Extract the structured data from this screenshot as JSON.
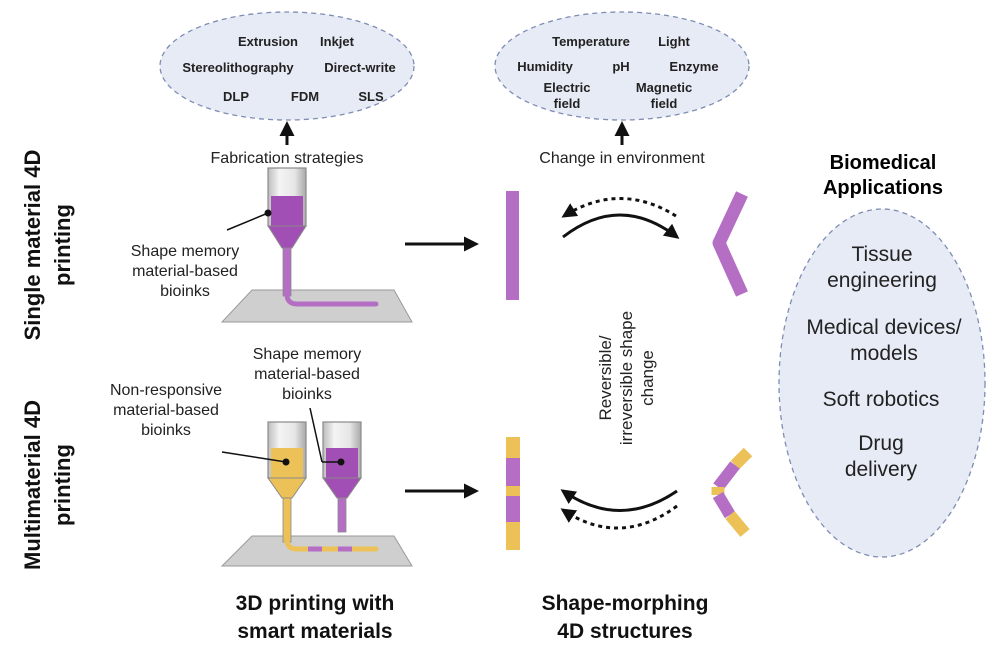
{
  "colors": {
    "purple": "#b46fc4",
    "purple_dark": "#8e3d9f",
    "yellow": "#ecc158",
    "yellow_dark": "#d4a43c",
    "ellipse_fill": "#e7ebf6",
    "ellipse_stroke": "#7f8db3",
    "plate": "#cfcfcf",
    "arrow": "#111111"
  },
  "row_labels": {
    "single_line1": "Single material 4D",
    "single_line2": "printing",
    "multi_line1": "Multimaterial 4D",
    "multi_line2": "printing"
  },
  "fabrication": {
    "caption": "Fabrication strategies",
    "tags": {
      "extrusion": "Extrusion",
      "inkjet": "Inkjet",
      "stereolithography": "Stereolithography",
      "direct_write": "Direct-write",
      "dlp": "DLP",
      "fdm": "FDM",
      "sls": "SLS"
    }
  },
  "environment": {
    "caption": "Change in environment",
    "tags": {
      "temperature": "Temperature",
      "light": "Light",
      "humidity": "Humidity",
      "ph": "pH",
      "enzyme": "Enzyme",
      "electric_1": "Electric",
      "electric_2": "field",
      "magnetic_1": "Magnetic",
      "magnetic_2": "field"
    }
  },
  "bioink_labels": {
    "single": [
      "Shape memory",
      "material-based",
      "bioinks"
    ],
    "multi_shape": [
      "Shape memory",
      "material-based",
      "bioinks"
    ],
    "multi_nonresp": [
      "Non-responsive",
      "material-based",
      "bioinks"
    ]
  },
  "shape_change": [
    "Reversible/",
    "irreversible shape",
    "change"
  ],
  "applications": {
    "title_1": "Biomedical",
    "title_2": "Applications",
    "items": [
      [
        "Tissue",
        "engineering"
      ],
      [
        "Medical devices/",
        "models"
      ],
      [
        "Soft robotics"
      ],
      [
        "Drug",
        "delivery"
      ]
    ]
  },
  "footers": {
    "printing": [
      "3D printing with",
      "smart materials"
    ],
    "morphing": [
      "Shape-morphing",
      "4D structures"
    ]
  }
}
